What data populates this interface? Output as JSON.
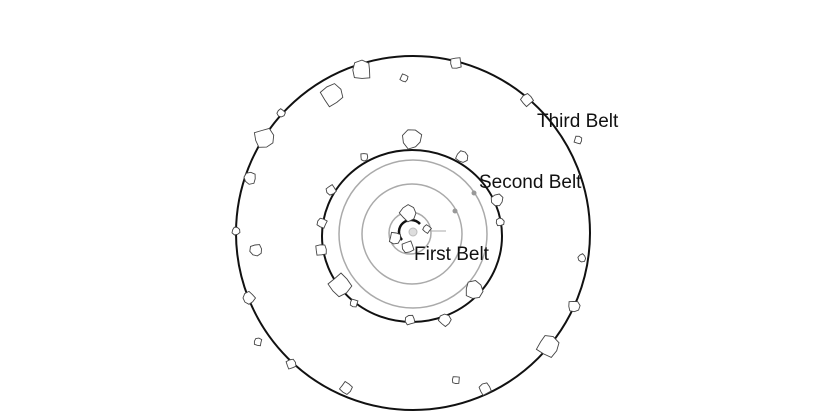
{
  "diagram": {
    "labels": {
      "third_belt": "Third Belt",
      "second_belt": "Second Belt",
      "first_belt": "First Belt"
    },
    "colors": {
      "belt": "#111111",
      "orbit": "#aaaaaa",
      "rock_stroke": "#444444"
    }
  }
}
